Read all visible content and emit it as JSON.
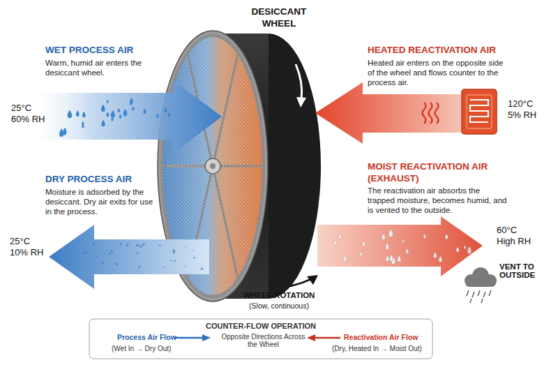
{
  "diagram": {
    "nodes": [
      {
        "text": [
          "DESICCANT WHEEL"
        ]
      },
      {
        "text": [
          "WET PROCESS AIR",
          "Warm, humid air enters the desiccant wheel.",
          "25°C 60% RH"
        ]
      },
      {
        "text": [
          "HEATED REACTIVATION AIR",
          "Heated air enters on the opposite side of the wheel and flows counter to the process air."
        ]
      },
      {
        "text": [
          "120°C 5% RH"
        ]
      },
      {
        "text": [
          "DRY PROCESS AIR",
          "Moisture is adsorbed by the desiccant. Dry air exits for use in the process.",
          "25°C 10% RH"
        ]
      },
      {
        "text": [
          "MOIST REACTIVATION AIR (EXHAUST)",
          "The reactivation air absorbs the trapped moisture, becomes humid, and is vented to the outside.",
          "60°C High RH"
        ]
      }
    ],
    "labels": [
      "WHEEL ROTATION",
      "(Slow, continuous)",
      "VENT TO OUTSIDE",
      "COUNTER-FLOW OPERATION",
      "Opposite Directions Across the Wheel"
    ],
    "legend": [
      {
        "text": "Process Air Flow"
      },
      {
        "text": "(Wet In → Dry Out)"
      },
      {
        "text": "Reactivation Air Flow"
      },
      {
        "text": "(Dry, Heated In → Moist Out)"
      }
    ]
  }
}
